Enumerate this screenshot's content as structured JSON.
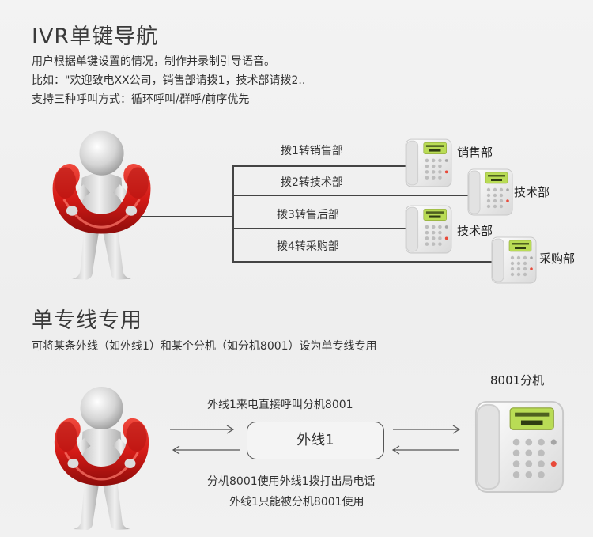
{
  "ivr": {
    "title": "IVR单键导航",
    "lines": [
      "用户根据单键设置的情况，制作并录制引导语音。",
      "比如：\"欢迎致电XX公司，销售部请拨1，技术部请拨2..",
      "支持三种呼叫方式：循环呼叫/群呼/前序优先"
    ],
    "branches": [
      "拨1转销售部",
      "拨2转技术部",
      "拨3转售后部",
      "拨4转采购部"
    ],
    "departments": [
      "销售部",
      "技术部",
      "技术部",
      "采购部"
    ]
  },
  "dedicated": {
    "title": "单专线专用",
    "description": "可将某条外线（如外线1）和某个分机（如分机8001）设为单专线专用",
    "extension_label": "8001分机",
    "incoming": "外线1来电直接呼叫分机8001",
    "line_box": "外线1",
    "outgoing_1": "分机8001使用外线1拨打出局电话",
    "outgoing_2": "外线1只能被分机8001使用"
  },
  "colors": {
    "handset_red": "#d8201c",
    "figure_gray": "#c9c9c9",
    "phone_white": "#f4f4f4",
    "lcd_green": "#b9dc55"
  }
}
